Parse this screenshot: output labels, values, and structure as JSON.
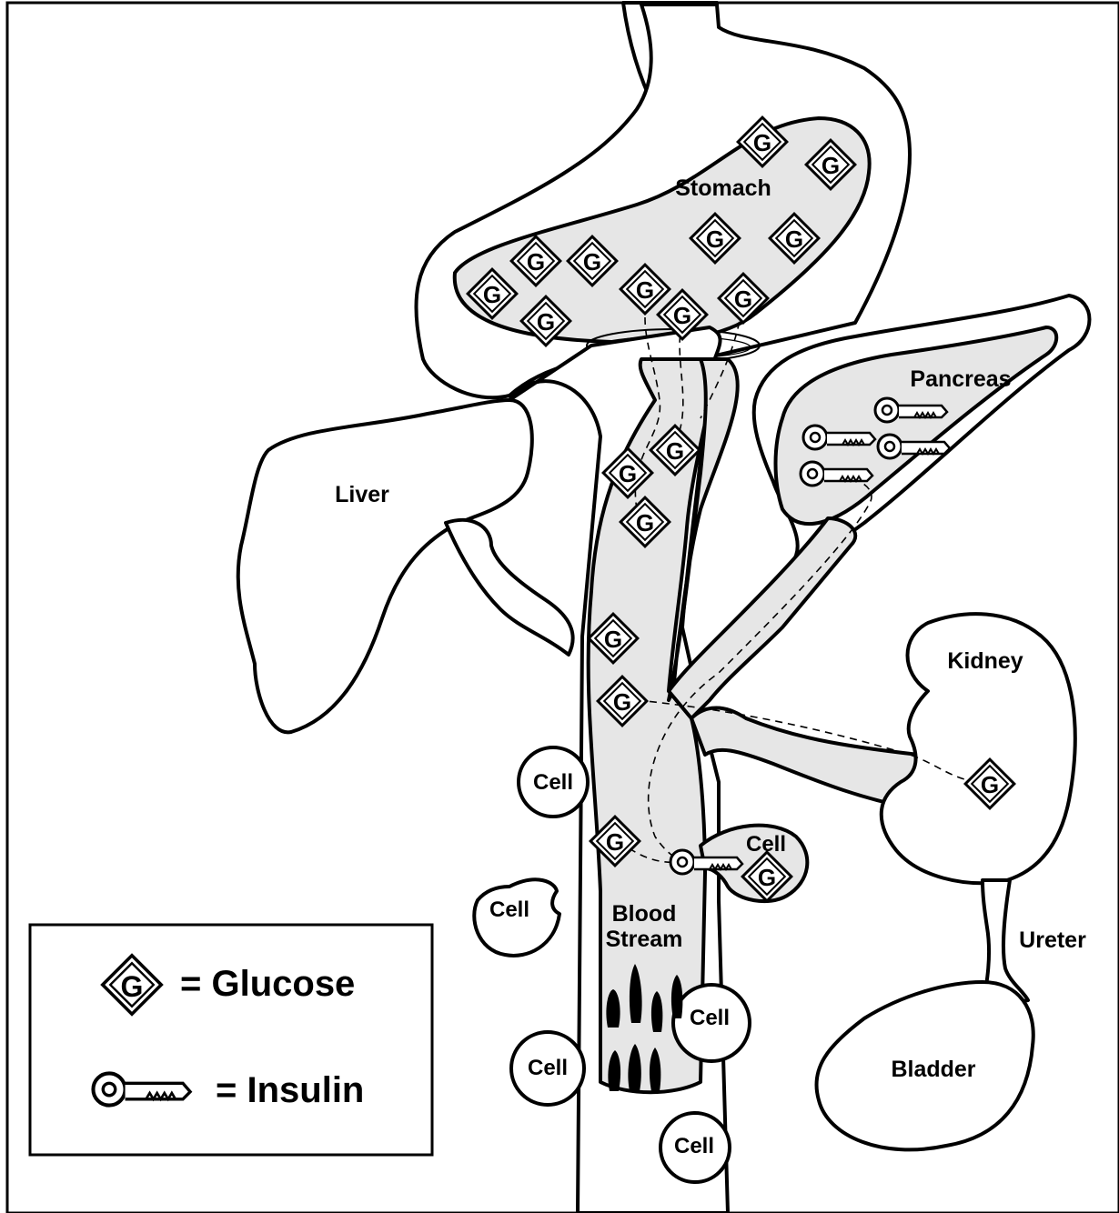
{
  "labels": {
    "stomach": "Stomach",
    "pancreas": "Pancreas",
    "liver": "Liver",
    "kidney": "Kidney",
    "blood_stream_1": "Blood",
    "blood_stream_2": "Stream",
    "ureter": "Ureter",
    "bladder": "Bladder",
    "cell": "Cell"
  },
  "glucose_symbol": "G",
  "legend": {
    "glucose": "= Glucose",
    "insulin": "= Insulin"
  }
}
